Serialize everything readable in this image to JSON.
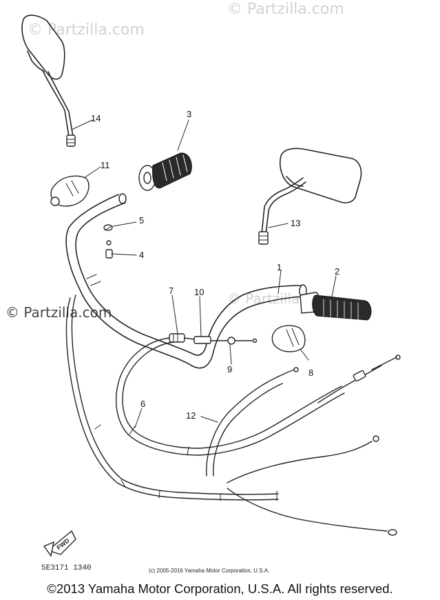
{
  "watermarks": {
    "top": "© Partzilla.com",
    "top_right": "© Partzilla.com",
    "middle": "© Partzilla.com",
    "mid_right": "© Partzilla.com"
  },
  "callouts": [
    "1",
    "2",
    "3",
    "4",
    "5",
    "6",
    "7",
    "8",
    "9",
    "10",
    "11",
    "12",
    "13",
    "14"
  ],
  "fwd_label": "FWD",
  "diagram_code": "5E3171 1340",
  "small_copyright": "(c) 2005-2016 Yamaha Motor Corporation, U.S.A.",
  "footer_copyright": "©2013 Yamaha Motor Corporation, U.S.A. All rights reserved.",
  "colors": {
    "ink": "#222222",
    "watermark": "#d2d2d2",
    "background": "#ffffff"
  }
}
